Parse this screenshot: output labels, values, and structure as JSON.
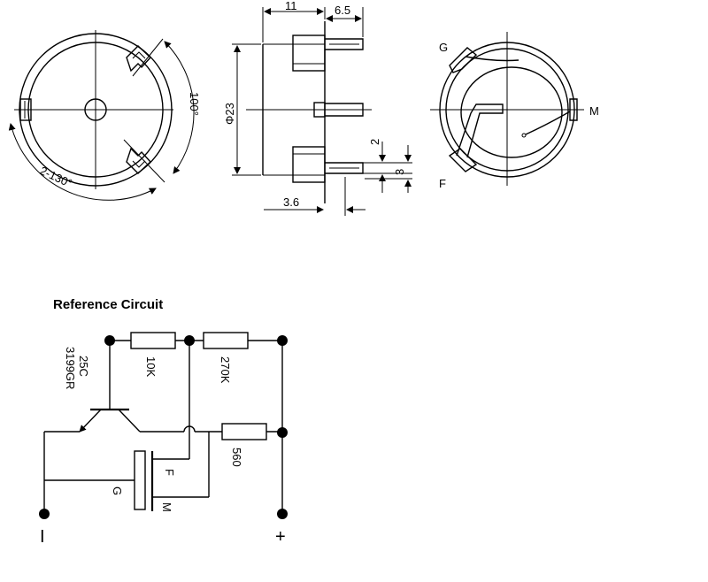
{
  "drawing": {
    "dims": {
      "width_11": "11",
      "width_6_5": "6.5",
      "diameter": "Φ23",
      "dim_2": "2",
      "dim_3": "3",
      "dim_3_6": "3.6"
    },
    "angles": {
      "a100": "100°",
      "a2x130": "2-130°"
    },
    "pins": {
      "g": "G",
      "m": "M",
      "f": "F"
    }
  },
  "circuit": {
    "title": "Reference Circuit",
    "transistor_line1": "25C",
    "transistor_line2": "3199GR",
    "r1": "10K",
    "r2": "270K",
    "r3": "560",
    "pin_f": "F",
    "pin_g": "G",
    "pin_m": "M",
    "minus": "I",
    "plus": "+"
  }
}
